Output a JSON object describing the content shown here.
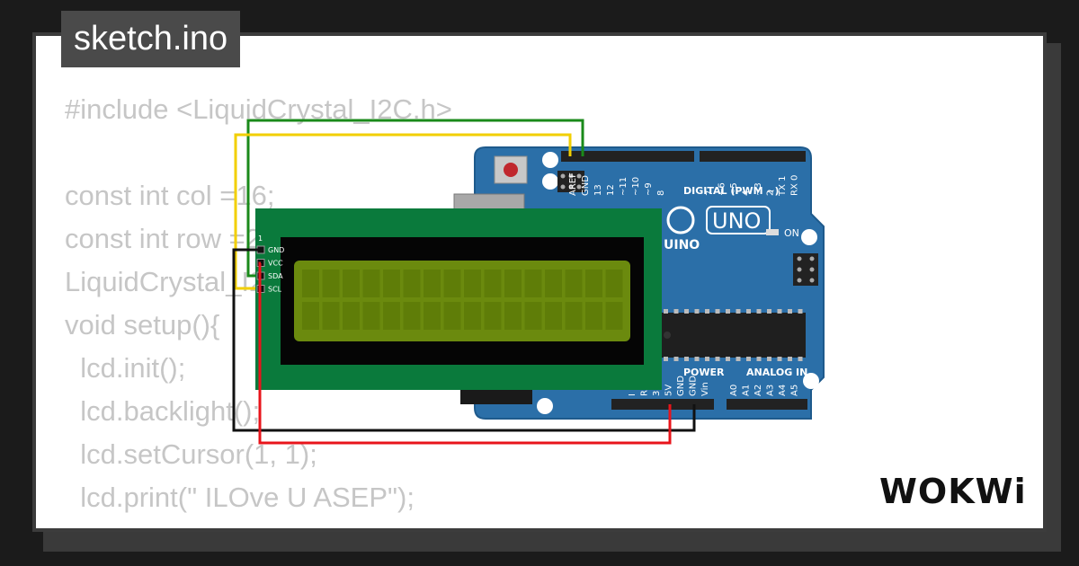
{
  "tab": {
    "title": "sketch.ino"
  },
  "code_lines": [
    "#include <LiquidCrystal_I2C.h>",
    "",
    "const int col =16;",
    "const int row =2;",
    "LiquidCrystal_I2C lcd(0x27, col, row);",
    "void setup(){",
    "  lcd.init();",
    "  lcd.backlight();",
    "  lcd.setCursor(1, 1);",
    "  lcd.print(\" ILOve U ASEP\");",
    "}"
  ],
  "lcd": {
    "pins": [
      "GND",
      "VCC",
      "SDA",
      "SCL"
    ],
    "pin1_label": "1",
    "screen_color": "#6b8a0e",
    "board_color": "#0a7a3c"
  },
  "arduino": {
    "model": "UNO",
    "brand_fragment": "UINO",
    "digital_label": "DIGITAL (PWM ~)",
    "power_label": "POWER",
    "analog_label": "ANALOG IN",
    "on_label": "ON",
    "digital_pins": [
      "AREF",
      "GND",
      "13",
      "12",
      "~11",
      "~10",
      "~9",
      "8",
      "7",
      "~6",
      "~5",
      "4",
      "~3",
      "2",
      "TX 1",
      "RX 0"
    ],
    "power_pins": [
      "I",
      "R",
      "3",
      "5V",
      "GND",
      "GND",
      "Vin"
    ],
    "analog_pins": [
      "A0",
      "A1",
      "A2",
      "A3",
      "A4",
      "A5"
    ],
    "board_color": "#2b6fa8"
  },
  "wires": {
    "gnd_color": "#111111",
    "vcc_color": "#e8141b",
    "sda_color": "#1a8a1a",
    "scl_color": "#f2cf00"
  },
  "brand": {
    "logo": "WOKWi"
  }
}
